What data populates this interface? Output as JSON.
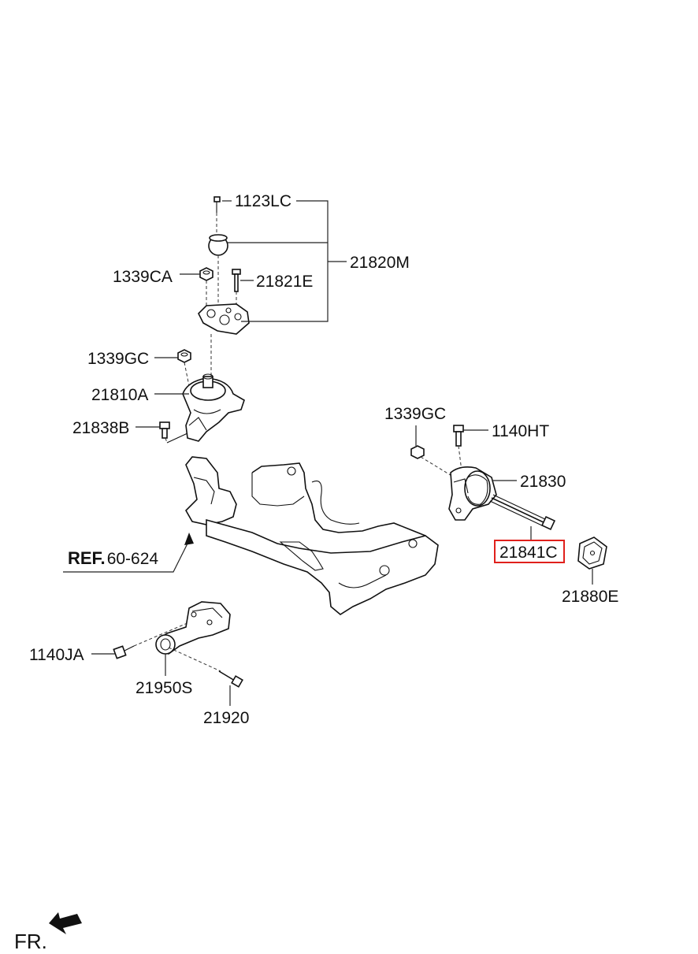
{
  "labels": {
    "p1123LC": "1123LC",
    "p21820M": "21820M",
    "p1339CA": "1339CA",
    "p21821E": "21821E",
    "p1339GC_a": "1339GC",
    "p21810A": "21810A",
    "p21838B": "21838B",
    "p1339GC_b": "1339GC",
    "p1140HT": "1140HT",
    "p21830": "21830",
    "p21841C": "21841C",
    "p21880E": "21880E",
    "ref_prefix": "REF.",
    "ref_code": "60-624",
    "p1140JA": "1140JA",
    "p21950S": "21950S",
    "p21920": "21920",
    "fr": "FR."
  },
  "highlight": {
    "label": "21841C",
    "color": "#e0201c"
  }
}
